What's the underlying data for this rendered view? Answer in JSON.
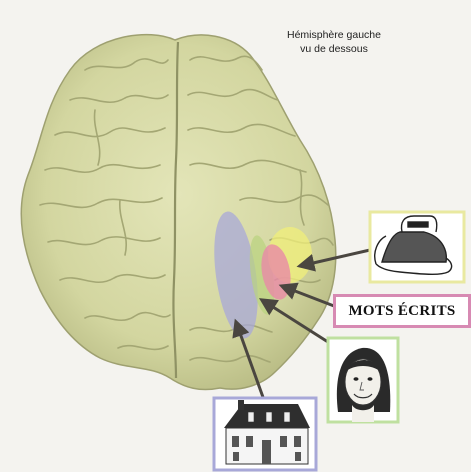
{
  "title": {
    "line1": "Hémisphère gauche",
    "line2": "vu de dessous"
  },
  "labels": {
    "words": "MOTS ÉCRITS"
  },
  "colors": {
    "brain": "#d9dcaa",
    "brain_shadow": "#a9ad78",
    "objects_area": "#f0ef7a",
    "words_area": "#e98aa6",
    "faces_area": "#b9d37f",
    "places_area": "#a8a8d8",
    "frame_objects": "#e9e9a0",
    "frame_words": "#d78ab3",
    "frame_face": "#bfe0a0",
    "frame_house": "#a8a8d8",
    "arrow": "#4a4640"
  },
  "icons": [
    "iron-icon",
    "face-icon",
    "house-icon"
  ]
}
